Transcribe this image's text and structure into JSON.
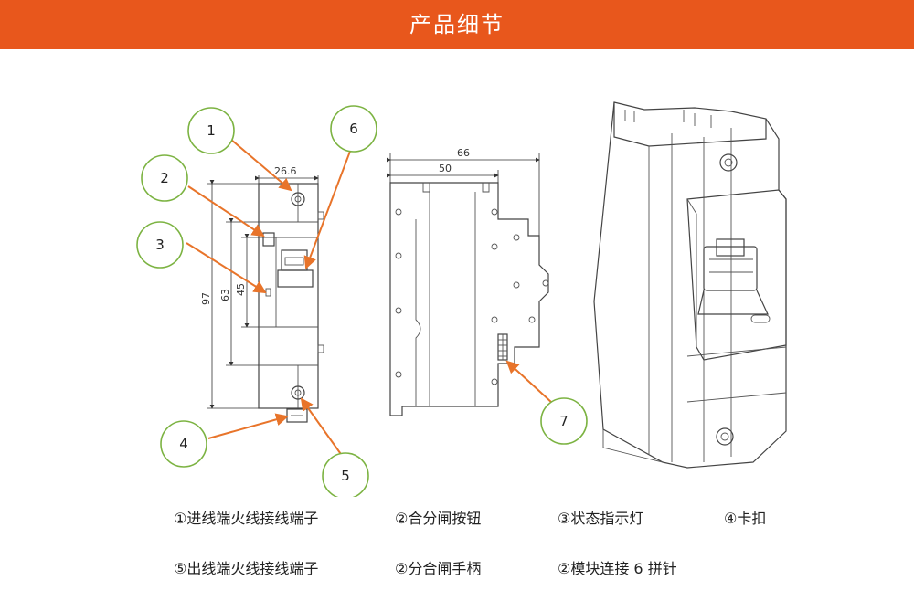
{
  "header": {
    "title": "产品细节",
    "background": "#e8571c"
  },
  "dimensions": {
    "front_width": "26.6",
    "front_height_total": "97",
    "front_height_mid": "63",
    "front_height_inner": "45",
    "side_depth_total": "66",
    "side_depth_body": "50"
  },
  "callouts": [
    "1",
    "2",
    "3",
    "4",
    "5",
    "6",
    "7"
  ],
  "legend": {
    "row1": [
      "①进线端火线接线端子",
      "②合分闸按钮",
      "③状态指示灯",
      "④卡扣"
    ],
    "row2": [
      "⑤出线端火线接线端子",
      "②分合闸手柄",
      "②模块连接 6 拼针"
    ]
  },
  "colors": {
    "callout_ring": "#7cb342",
    "leader_line": "#e8742a"
  }
}
